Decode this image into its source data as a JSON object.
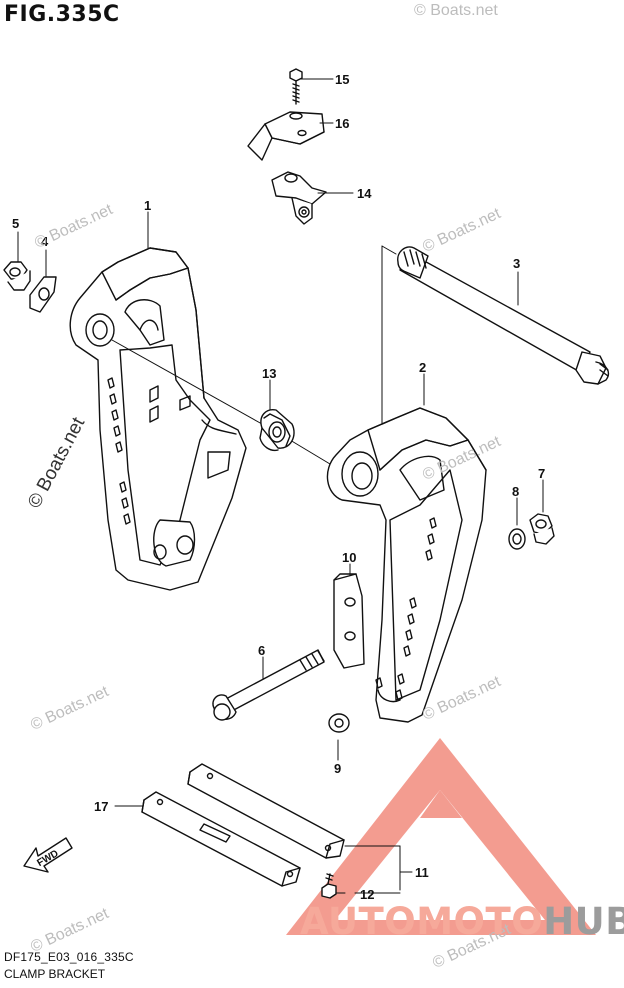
{
  "figure": {
    "title": "FIG.335C",
    "code": "DF175_E03_016_335C",
    "caption": "CLAMP BRACKET"
  },
  "parts": [
    {
      "no": "1"
    },
    {
      "no": "2"
    },
    {
      "no": "3"
    },
    {
      "no": "4"
    },
    {
      "no": "5"
    },
    {
      "no": "6"
    },
    {
      "no": "7"
    },
    {
      "no": "8"
    },
    {
      "no": "9"
    },
    {
      "no": "10"
    },
    {
      "no": "11"
    },
    {
      "no": "12"
    },
    {
      "no": "13"
    },
    {
      "no": "14"
    },
    {
      "no": "15"
    },
    {
      "no": "16"
    },
    {
      "no": "17"
    }
  ],
  "direction_arrow": "FWD",
  "watermark": {
    "text": "© Boats.net"
  },
  "brand": {
    "part1": "AUTOMOTO",
    "part2": "HUB",
    "color_part1": "#f6a99a",
    "color_part2": "#9c9c9c",
    "logo_color": "#ef7b6b"
  }
}
